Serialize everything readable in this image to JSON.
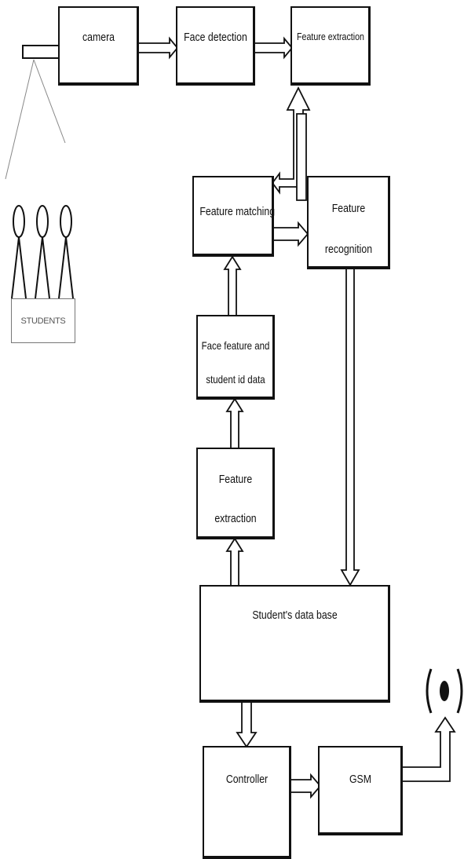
{
  "blocks": {
    "camera": "camera",
    "face_detection": "Face detection",
    "feature_extraction_top": "Feature extraction",
    "feature_matching": "Feature matching",
    "feature_recognition_line1": "Feature",
    "feature_recognition_line2": "recognition",
    "face_feature_line1": "Face feature and",
    "face_feature_line2": "student id data",
    "feature_extraction_lower_line1": "Feature",
    "feature_extraction_lower_line2": "extraction",
    "students_database": "Student's data base",
    "controller": "Controller",
    "gsm": "GSM"
  },
  "students_label": "STUDENTS"
}
